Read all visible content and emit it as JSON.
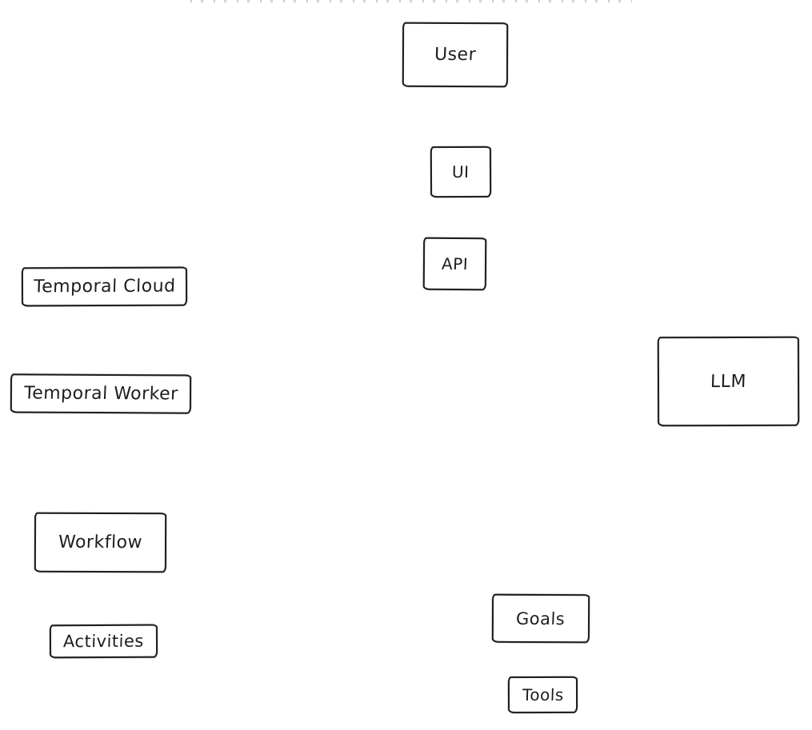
{
  "diagram": {
    "nodes": [
      {
        "id": "user",
        "label": "User"
      },
      {
        "id": "ui",
        "label": "UI"
      },
      {
        "id": "api",
        "label": "API"
      },
      {
        "id": "temporal-cloud",
        "label": "Temporal Cloud"
      },
      {
        "id": "temporal-worker",
        "label": "Temporal Worker"
      },
      {
        "id": "llm",
        "label": "LLM"
      },
      {
        "id": "workflow",
        "label": "Workflow"
      },
      {
        "id": "activities",
        "label": "Activities"
      },
      {
        "id": "goals",
        "label": "Goals"
      },
      {
        "id": "tools",
        "label": "Tools"
      }
    ],
    "colors": {
      "stroke": "#1e1e1e",
      "text": "#1e1e1e",
      "background": "#ffffff"
    }
  }
}
